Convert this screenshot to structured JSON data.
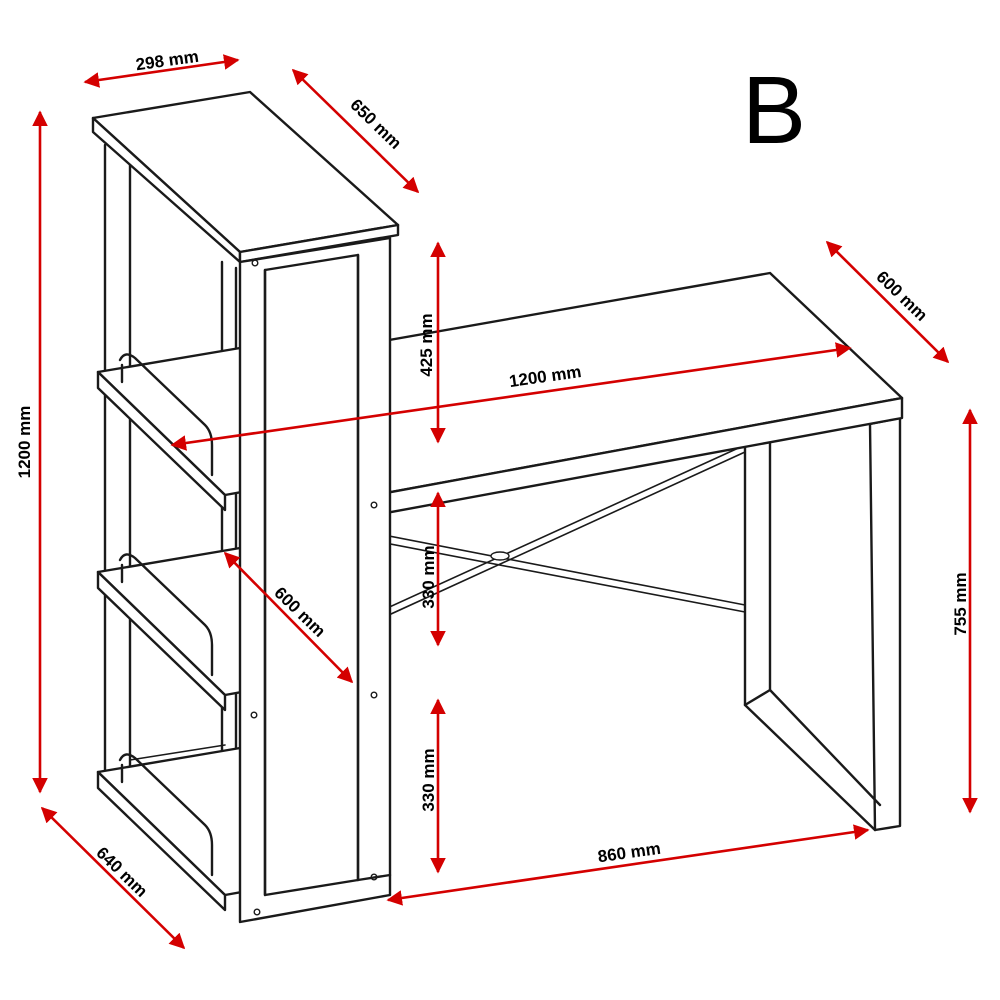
{
  "variant_label": "B",
  "dimensions": {
    "shelf_top_width": "298 mm",
    "shelf_top_depth": "650 mm",
    "total_height": "1200 mm",
    "shelf_gap_top": "425 mm",
    "desk_width": "1200 mm",
    "desk_depth": "600 mm",
    "shelf_gap_middle": "330 mm",
    "shelf_depth": "600 mm",
    "desk_height": "755 mm",
    "shelf_gap_bottom": "330 mm",
    "leg_span": "860 mm",
    "base_depth": "640 mm"
  },
  "colors": {
    "dimension_arrow": "#d40000",
    "outline": "#1a1a1a"
  }
}
